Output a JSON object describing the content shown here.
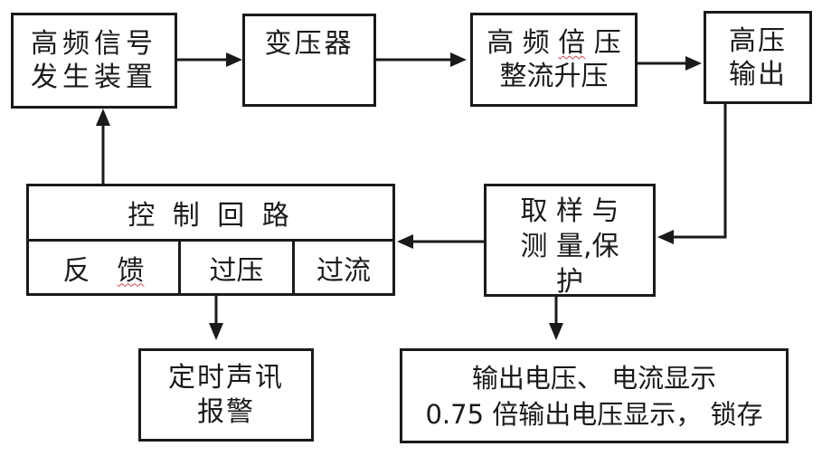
{
  "diagram": {
    "title": "high-voltage-generator-block-diagram",
    "colors": {
      "line": "#1a1a1a",
      "background": "#ffffff",
      "wavy_underline": "#cc4444"
    },
    "boxes": {
      "hf_signal_generator": {
        "line1": "高频信号",
        "line2": "发生装置"
      },
      "transformer": {
        "label": "变压器"
      },
      "voltage_doubler": {
        "line1_pre": "高 频 ",
        "line1_wavy": "倍",
        "line1_post": " 压",
        "line2": "整流升压"
      },
      "hv_output": {
        "line1": "高压",
        "line2": "输出"
      },
      "control_loop": {
        "title": "控 制 回 路",
        "cell_feedback_pre": "反",
        "cell_feedback_wavy": "馈",
        "cell_overvoltage": "过压",
        "cell_overcurrent": "过流"
      },
      "sampling": {
        "line1": "取 样 与",
        "line2": "测 量,保",
        "line3": "护"
      },
      "alarm": {
        "line1": "定时声讯",
        "line2": "报警"
      },
      "display": {
        "line1": "输出电压、 电流显示",
        "line2": "0.75 倍输出电压显示， 锁存"
      }
    }
  }
}
